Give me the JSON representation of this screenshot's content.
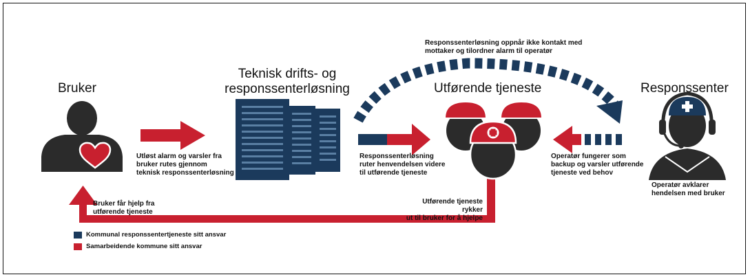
{
  "colors": {
    "navy": "#1b3a5c",
    "red": "#c8202f",
    "dark": "#2b2b2b"
  },
  "nodes": {
    "bruker": "Bruker",
    "teknisk": "Teknisk drifts- og\nresponssenterløsning",
    "utforende": "Utførende tjeneste",
    "responssenter": "Responssenter"
  },
  "labels": {
    "alarm": "Utløst alarm og varsler fra\nbruker rutes gjennom\nteknisk responssenterløsning",
    "ruter": "Responssenterløsning\nruter henvendelsen videre\ntil utførende tjeneste",
    "operator_backup": "Operatør fungerer som\nbackup og varsler utførende\ntjeneste ved behov",
    "operator_avklarer": "Operatør avklarer\nhendelsen med bruker",
    "oppnar": "Responssenterløsning oppnår ikke kontakt med\nmottaker og tilordner alarm til operatør",
    "rykker": "Utførende tjeneste rykker\nut til bruker for å hjelpe",
    "hjelp": "Bruker får hjelp fra\nutførende tjeneste"
  },
  "legend": [
    {
      "label": "Kommunal responssentertjeneste sitt ansvar",
      "color": "#1b3a5c"
    },
    {
      "label": "Samarbeidende kommune sitt ansvar",
      "color": "#c8202f"
    }
  ]
}
